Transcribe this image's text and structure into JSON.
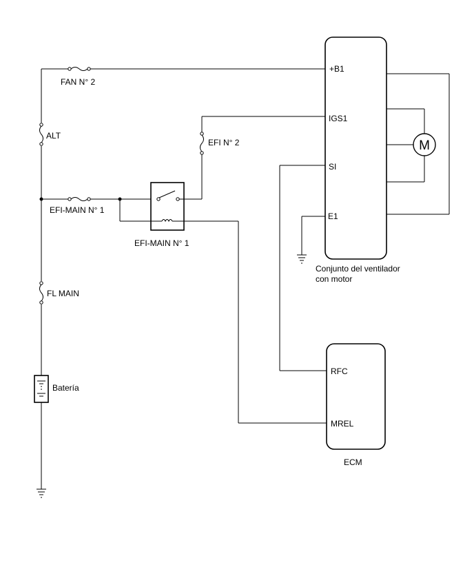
{
  "labels": {
    "fan_fuse": "FAN N° 2",
    "alt_fuse": "ALT",
    "efi2_fuse": "EFI N° 2",
    "efi_main_fuse": "EFI-MAIN N° 1",
    "efi_main_relay": "EFI-MAIN N° 1",
    "fl_main_fuse": "FL MAIN",
    "battery": "Batería"
  },
  "fan_unit": {
    "pins": {
      "b1": "+B1",
      "igs1": "IGS1",
      "si": "SI",
      "e1": "E1"
    },
    "name_line1": "Conjunto del ventilador",
    "name_line2": "con motor",
    "motor_symbol": "M"
  },
  "ecm": {
    "pins": {
      "rfc": "RFC",
      "mrel": "MREL"
    },
    "name": "ECM"
  }
}
